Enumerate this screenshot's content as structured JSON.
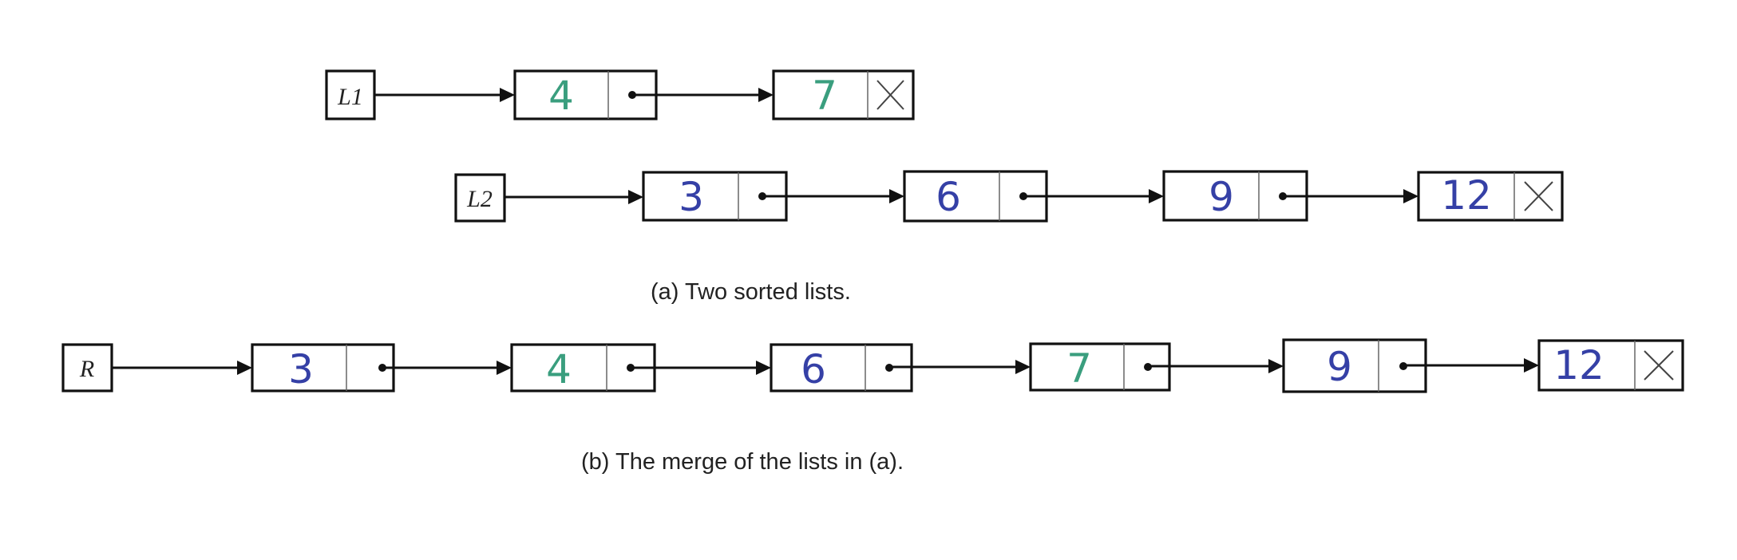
{
  "colors": {
    "list1": "#3a9e7e",
    "list2": "#3540a6"
  },
  "lists": {
    "l1": {
      "label": "L1",
      "nodes": [
        {
          "value": "4",
          "color": "list1"
        },
        {
          "value": "7",
          "color": "list1",
          "null_next": true
        }
      ]
    },
    "l2": {
      "label": "L2",
      "nodes": [
        {
          "value": "3",
          "color": "list2"
        },
        {
          "value": "6",
          "color": "list2"
        },
        {
          "value": "9",
          "color": "list2"
        },
        {
          "value": "12",
          "color": "list2",
          "null_next": true
        }
      ]
    },
    "r": {
      "label": "R",
      "nodes": [
        {
          "value": "3",
          "color": "list2"
        },
        {
          "value": "4",
          "color": "list1"
        },
        {
          "value": "6",
          "color": "list2"
        },
        {
          "value": "7",
          "color": "list1"
        },
        {
          "value": "9",
          "color": "list2"
        },
        {
          "value": "12",
          "color": "list2",
          "null_next": true
        }
      ]
    }
  },
  "captions": {
    "a": "(a)  Two sorted lists.",
    "b": "(b)  The merge of the lists in (a)."
  }
}
